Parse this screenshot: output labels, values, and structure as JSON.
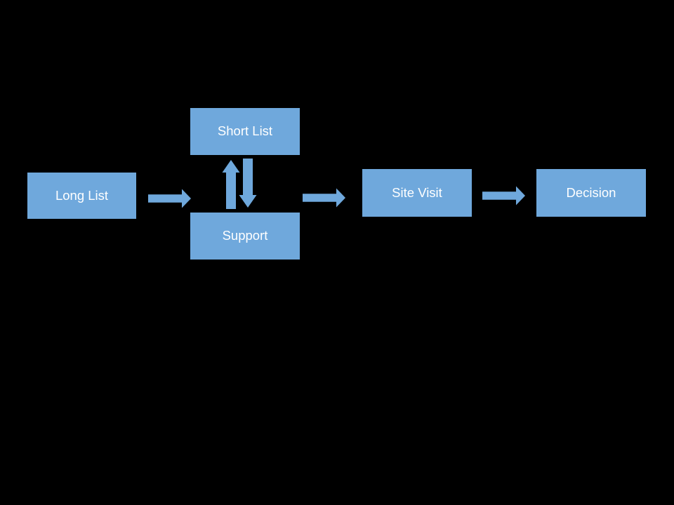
{
  "colors": {
    "background": "#000000",
    "box_fill": "#6FA8DC",
    "box_text": "#FFFFFF",
    "arrow": "#6FA8DC"
  },
  "diagram": {
    "type": "flowchart",
    "nodes": [
      {
        "id": "long-list",
        "label": "Long List"
      },
      {
        "id": "short-list",
        "label": "Short List"
      },
      {
        "id": "support",
        "label": "Support"
      },
      {
        "id": "site-visit",
        "label": "Site Visit"
      },
      {
        "id": "decision",
        "label": "Decision"
      }
    ],
    "connections": [
      {
        "from": "long-list",
        "to": "short-list / support",
        "style": "right-arrow"
      },
      {
        "from": "support",
        "to": "short-list",
        "style": "up-arrow"
      },
      {
        "from": "short-list",
        "to": "support",
        "style": "down-arrow"
      },
      {
        "from": "short-list / support",
        "to": "site-visit",
        "style": "right-arrow"
      },
      {
        "from": "site-visit",
        "to": "decision",
        "style": "right-arrow"
      }
    ]
  }
}
